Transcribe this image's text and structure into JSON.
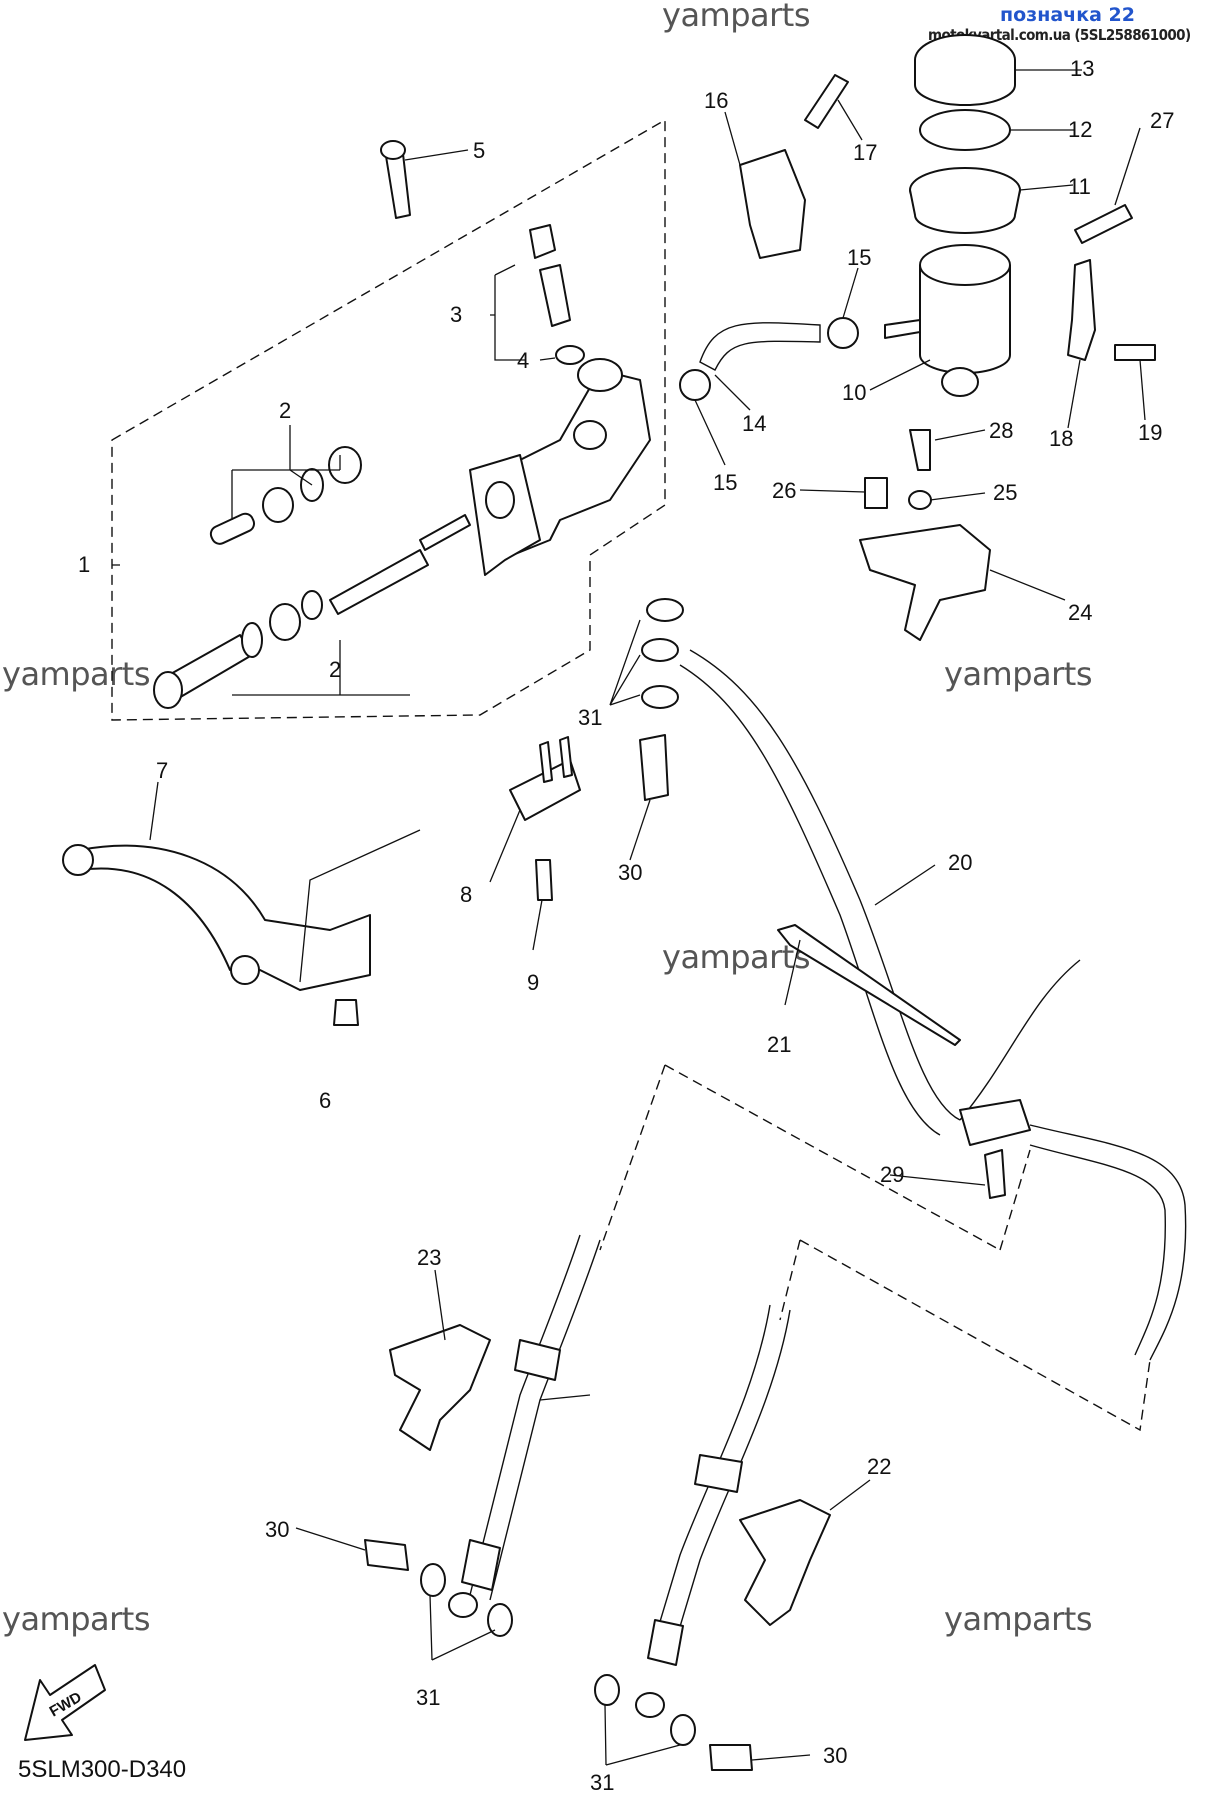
{
  "header": {
    "link_text": "позначка 22",
    "source_text": "motokvartal.com.ua (5SL258861000)"
  },
  "watermarks": [
    "yamparts",
    "yamparts",
    "yamparts",
    "yamparts",
    "yamparts",
    "yamparts"
  ],
  "diagram_code": "5SLM300-D340",
  "fwd_label": "FWD",
  "part_labels": {
    "p1": "1",
    "p2a": "2",
    "p2b": "2",
    "p3": "3",
    "p4": "4",
    "p5": "5",
    "p6": "6",
    "p7": "7",
    "p8": "8",
    "p9": "9",
    "p10": "10",
    "p11": "11",
    "p12": "12",
    "p13": "13",
    "p14": "14",
    "p15a": "15",
    "p15b": "15",
    "p16": "16",
    "p17": "17",
    "p18": "18",
    "p19": "19",
    "p20": "20",
    "p21": "21",
    "p22": "22",
    "p23": "23",
    "p24": "24",
    "p25": "25",
    "p26": "26",
    "p27": "27",
    "p28": "28",
    "p29": "29",
    "p30a": "30",
    "p30b": "30",
    "p30c": "30",
    "p31a": "31",
    "p31b": "31",
    "p31c": "31"
  }
}
